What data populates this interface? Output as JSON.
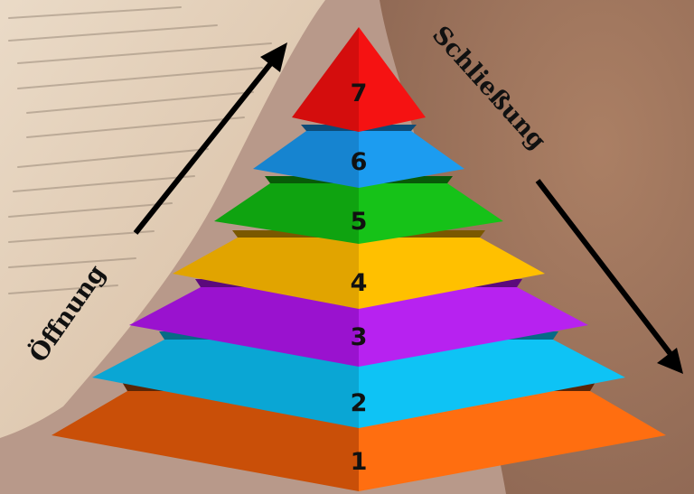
{
  "labels": {
    "left": "Öffnung",
    "right": "Schließung"
  },
  "levels": [
    {
      "number": "1",
      "color_left": "#c94f08",
      "color_right": "#ff6e10",
      "lip": "#5a2505"
    },
    {
      "number": "2",
      "color_left": "#0aa6d4",
      "color_right": "#0ec3f5",
      "lip": "#066a86"
    },
    {
      "number": "3",
      "color_left": "#9a12cf",
      "color_right": "#b722f0",
      "lip": "#5b0a7c"
    },
    {
      "number": "4",
      "color_left": "#e1a400",
      "color_right": "#ffc000",
      "lip": "#7a5800"
    },
    {
      "number": "5",
      "color_left": "#0fa310",
      "color_right": "#16c218",
      "lip": "#085a08"
    },
    {
      "number": "6",
      "color_left": "#1684d0",
      "color_right": "#1c9cf0",
      "lip": "#0d4c78"
    },
    {
      "number": "7",
      "color_left": "#d40d0d",
      "color_right": "#f51212",
      "lip": "#7a0707"
    }
  ],
  "colors": {
    "arrow": "#000000",
    "background_paper": "#efdcc2",
    "background_wood": "#8a5738"
  }
}
